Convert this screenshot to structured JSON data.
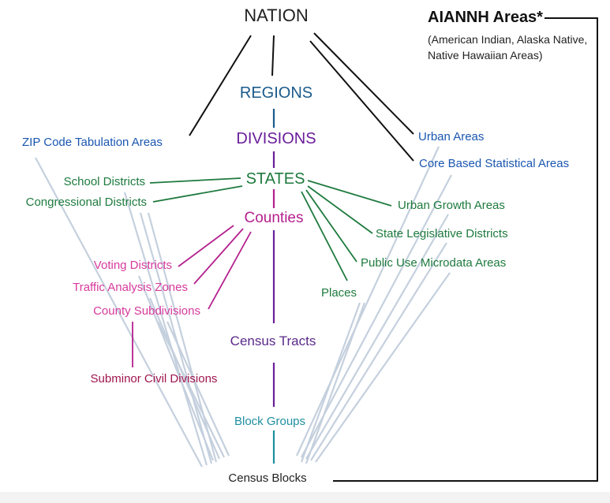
{
  "colors": {
    "nation": "#1f1f1f",
    "regions": "#1a5a8a",
    "divisions": "#6a1e9a",
    "states": "#1e7a3e",
    "counties": "#b4208e",
    "county_sub": "#d63a9c",
    "subminor": "#a0154e",
    "tracts": "#5a2a8a",
    "block_groups": "#1e8ea0",
    "blocks": "#222222",
    "blue_label": "#1a56b0",
    "line_dark": "#111111",
    "line_light": "#c5d0de"
  },
  "nodes": {
    "nation": "NATION",
    "regions": "REGIONS",
    "divisions": "DIVISIONS",
    "states": "STATES",
    "counties": "Counties",
    "census_tracts": "Census Tracts",
    "block_groups": "Block Groups",
    "census_blocks": "Census Blocks",
    "zcta": "ZIP Code Tabulation Areas",
    "school_districts": "School Districts",
    "congressional_districts": "Congressional Districts",
    "voting_districts": "Voting Districts",
    "traffic_analysis_zones": "Traffic Analysis Zones",
    "county_subdivisions": "County Subdivisions",
    "subminor_civil_divisions": "Subminor Civil Divisions",
    "places": "Places",
    "urban_areas": "Urban Areas",
    "core_based_statistical_areas": "Core Based Statistical Areas",
    "urban_growth_areas": "Urban Growth Areas",
    "state_legislative_districts": "State Legislative Districts",
    "public_use_microdata_areas": "Public Use Microdata Areas",
    "aiannh_title": "AIANNH Areas*",
    "aiannh_note": "(American Indian, Alaska Native, Native Hawaiian Areas)"
  }
}
